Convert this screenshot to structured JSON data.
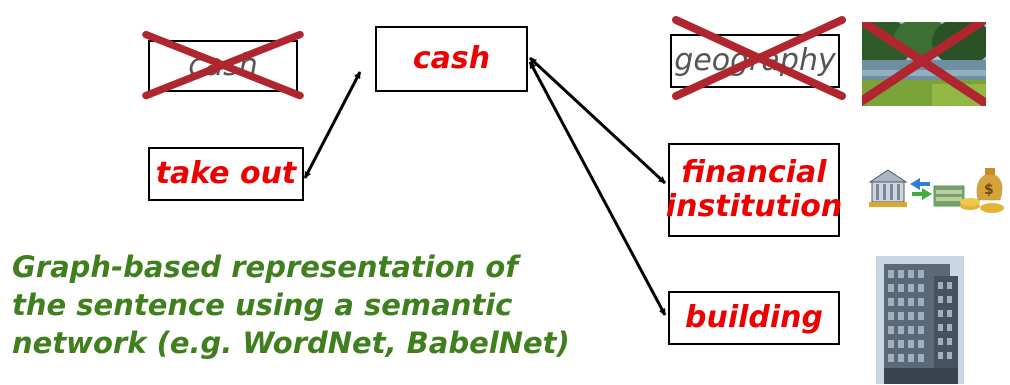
{
  "nodes": {
    "cash_crossed": "cash",
    "cash": "cash",
    "geography": "geography",
    "take_out": "take out",
    "financial_institution": [
      "financial",
      "institution"
    ],
    "building": "building"
  },
  "caption_lines": [
    "Graph-based representation of",
    "the sentence using a semantic",
    "network (e.g. WordNet, BabelNet)"
  ],
  "colors": {
    "node_text": "#ee0000",
    "crossed_text": "#555555",
    "cross_mark": "#b0262f",
    "caption": "#3f7f1e"
  },
  "images": [
    "lake-landscape-image",
    "bank-money-image",
    "office-building-image"
  ]
}
